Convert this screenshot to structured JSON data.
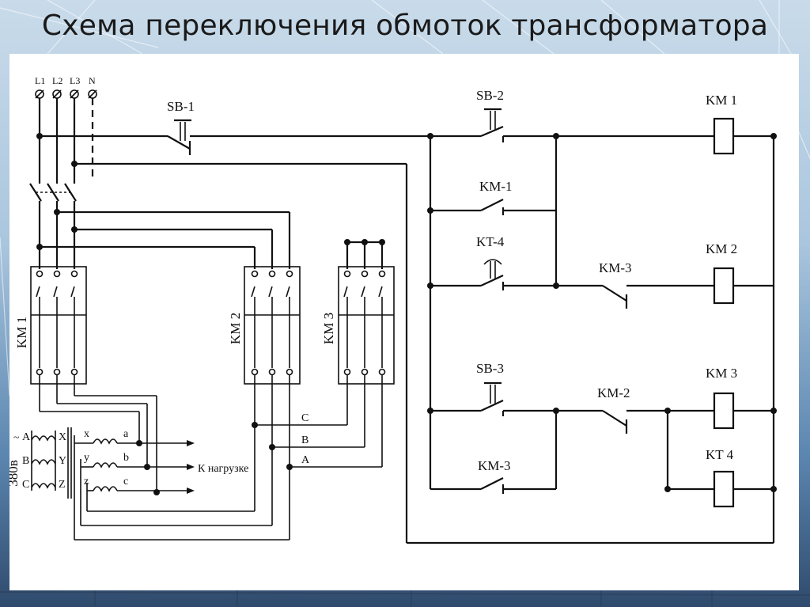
{
  "title": "Схема переключения обмоток трансформатора",
  "terminals": [
    "L1",
    "L2",
    "L3",
    "N"
  ],
  "power_contactors": [
    "KM 1",
    "KM 2",
    "KM 3"
  ],
  "transformer": {
    "voltage": "380в",
    "primary_start": [
      "A",
      "B",
      "C"
    ],
    "primary_end": [
      "X",
      "Y",
      "Z"
    ],
    "secondary_start": [
      "x",
      "y",
      "z"
    ],
    "secondary_end": [
      "a",
      "b",
      "c"
    ]
  },
  "phase_labels": [
    "C",
    "B",
    "A"
  ],
  "load_label": "К нагрузке",
  "control": {
    "sb1": "SB-1",
    "sb2": "SB-2",
    "sb3": "SB-3",
    "km1_contact": "KM-1",
    "kt4_contact": "KT-4",
    "km3_contact_a": "KM-3",
    "km2_contact": "KM-2",
    "km3_contact_b": "KM-3",
    "coil_km1": "KM 1",
    "coil_km2": "KM 2",
    "coil_km3": "KM 3",
    "coil_kt4": "KT 4"
  }
}
